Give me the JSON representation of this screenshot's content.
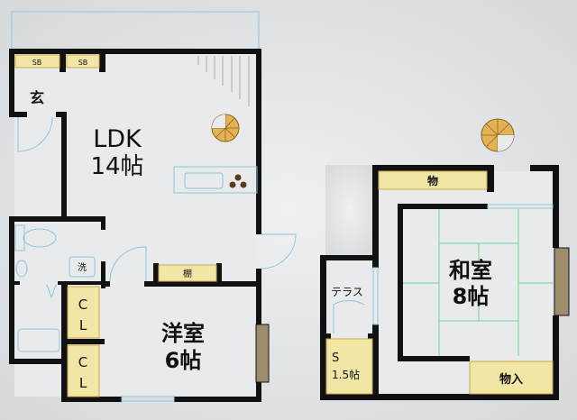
{
  "title": "Floor plan",
  "rooms": {
    "ldk": {
      "name": "LDK",
      "size": "14帖"
    },
    "western": {
      "name": "洋室",
      "size": "6帖"
    },
    "japanese": {
      "name": "和室",
      "size": "8帖"
    },
    "service": {
      "name": "S",
      "size": "1.5帖"
    }
  },
  "labels": {
    "sb1": "SB",
    "sb2": "SB",
    "entrance": "玄",
    "washer": "洗",
    "shelf": "棚",
    "cl1": "C\nL",
    "cl1_c": "C",
    "cl1_l": "L",
    "cl2_c": "C",
    "cl2_l": "L",
    "storage_top": "物",
    "terrace": "テラス",
    "closet": "物入"
  },
  "colors": {
    "wall": "#111111",
    "storage": "#f2e6a6",
    "stair": "#e3b255",
    "window": "#9e8c6a",
    "tatami_line": "#6fd39a"
  }
}
